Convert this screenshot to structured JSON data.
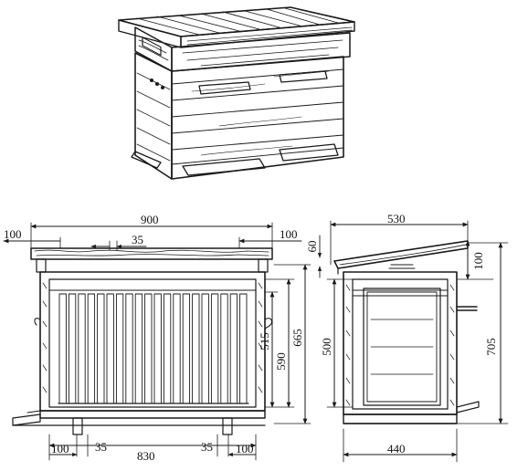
{
  "colors": {
    "ink": "#1a1a1a",
    "paper": "#ffffff"
  },
  "dimensions": {
    "front_total_width": "900",
    "front_left_overhang": "100",
    "front_right_overhang": "100",
    "front_frame_spacing": "35",
    "front_base_width": "830",
    "front_base_left": "100",
    "front_base_left_gap": "35",
    "front_base_right_gap": "35",
    "front_base_right": "100",
    "front_frame_height": "515",
    "front_inner_height": "590",
    "front_body_height": "665",
    "side_roof_width": "530",
    "side_roof_slope": "60",
    "side_roof_height": "100",
    "side_total_height": "705",
    "side_inner_height": "500",
    "side_base_width": "440"
  }
}
